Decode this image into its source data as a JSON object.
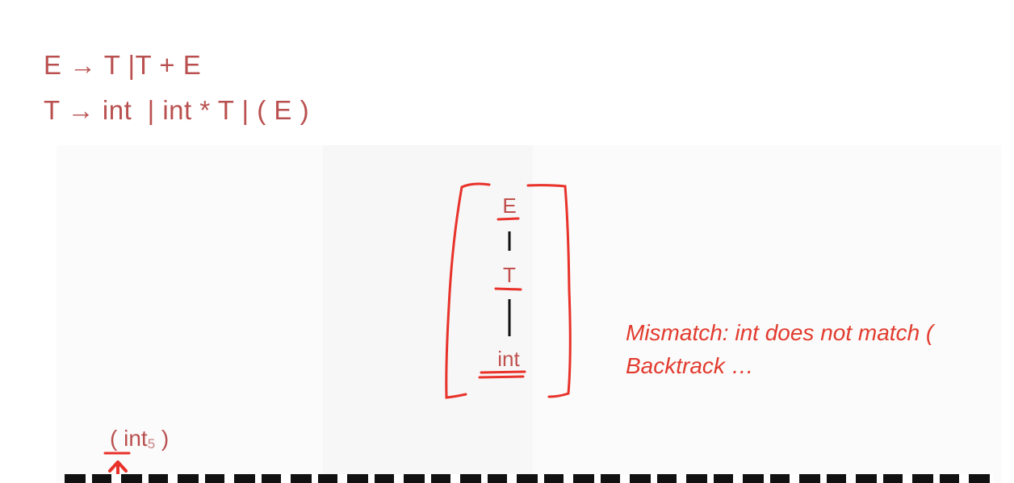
{
  "grammar": {
    "rule1": "E → T |T + E",
    "rule2": "T → int  | int * T | ( E )"
  },
  "tree": {
    "root": "E",
    "child": "T",
    "leaf": "int"
  },
  "note": {
    "line1": "Mismatch: int does not match (",
    "line2": "Backtrack …"
  },
  "input": {
    "open": "( int",
    "sub": "5",
    "close": " )"
  }
}
